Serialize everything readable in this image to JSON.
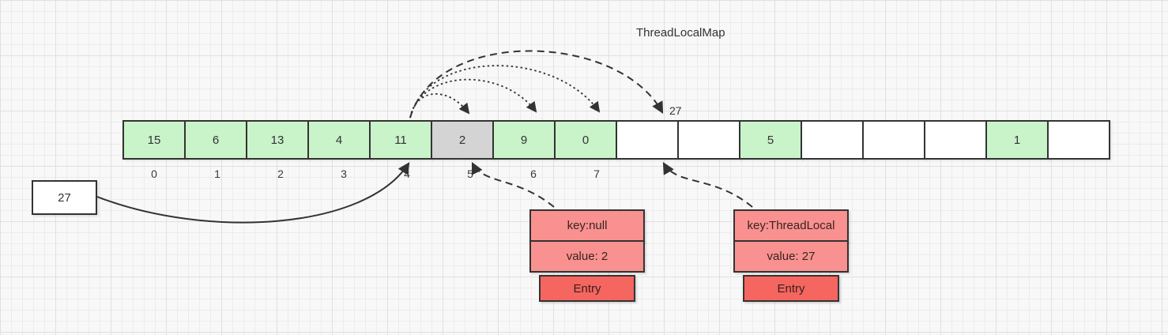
{
  "title": "ThreadLocalMap",
  "colors": {
    "filled": "#c9f3c9",
    "stale": "#d4d4d4",
    "empty": "#ffffff",
    "entry_row": "#f8918f",
    "entry_tag": "#f4665f",
    "border": "#333333"
  },
  "array": {
    "cells": [
      {
        "value": "15",
        "state": "filled"
      },
      {
        "value": "6",
        "state": "filled"
      },
      {
        "value": "13",
        "state": "filled"
      },
      {
        "value": "4",
        "state": "filled"
      },
      {
        "value": "11",
        "state": "filled"
      },
      {
        "value": "2",
        "state": "stale"
      },
      {
        "value": "9",
        "state": "filled"
      },
      {
        "value": "0",
        "state": "filled"
      },
      {
        "value": "",
        "state": "empty"
      },
      {
        "value": "",
        "state": "empty"
      },
      {
        "value": "5",
        "state": "filled"
      },
      {
        "value": "",
        "state": "empty"
      },
      {
        "value": "",
        "state": "empty"
      },
      {
        "value": "",
        "state": "empty"
      },
      {
        "value": "1",
        "state": "filled"
      },
      {
        "value": "",
        "state": "empty"
      }
    ],
    "indices": [
      "0",
      "1",
      "2",
      "3",
      "4",
      "5",
      "6",
      "7"
    ]
  },
  "hash_box": {
    "value": "27"
  },
  "probe_label": "27",
  "entries": [
    {
      "key": "key:null",
      "value": "value: 2",
      "tag": "Entry"
    },
    {
      "key": "key:ThreadLocal",
      "value": "value: 27",
      "tag": "Entry"
    }
  ]
}
